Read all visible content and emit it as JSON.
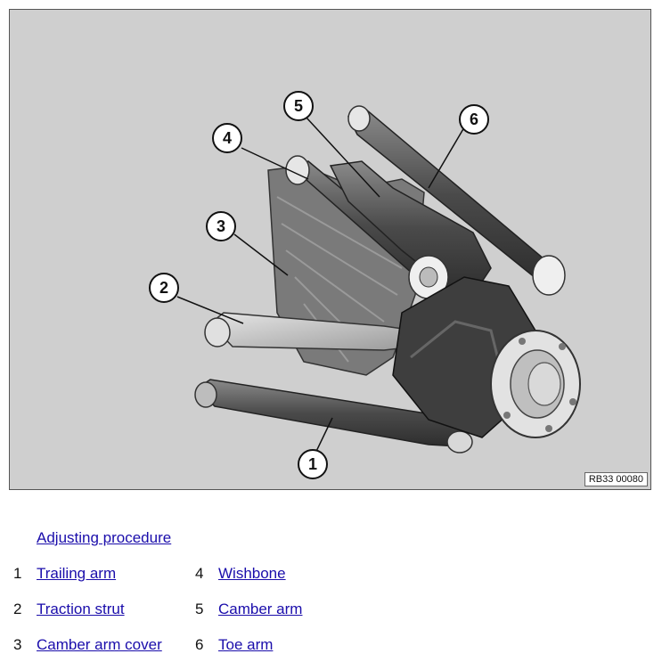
{
  "figure": {
    "reference_code": "RB33 00080",
    "callouts": [
      "1",
      "2",
      "3",
      "4",
      "5",
      "6"
    ]
  },
  "links": {
    "adjusting_procedure": "Adjusting procedure"
  },
  "legend": [
    {
      "num": "1",
      "label": "Trailing arm"
    },
    {
      "num": "2",
      "label": "Traction strut"
    },
    {
      "num": "3",
      "label": "Camber arm cover"
    },
    {
      "num": "4",
      "label": "Wishbone"
    },
    {
      "num": "5",
      "label": "Camber arm"
    },
    {
      "num": "6",
      "label": "Toe arm"
    }
  ],
  "colors": {
    "figure_background": "#cfcfcf",
    "link": "#1a0dab"
  }
}
